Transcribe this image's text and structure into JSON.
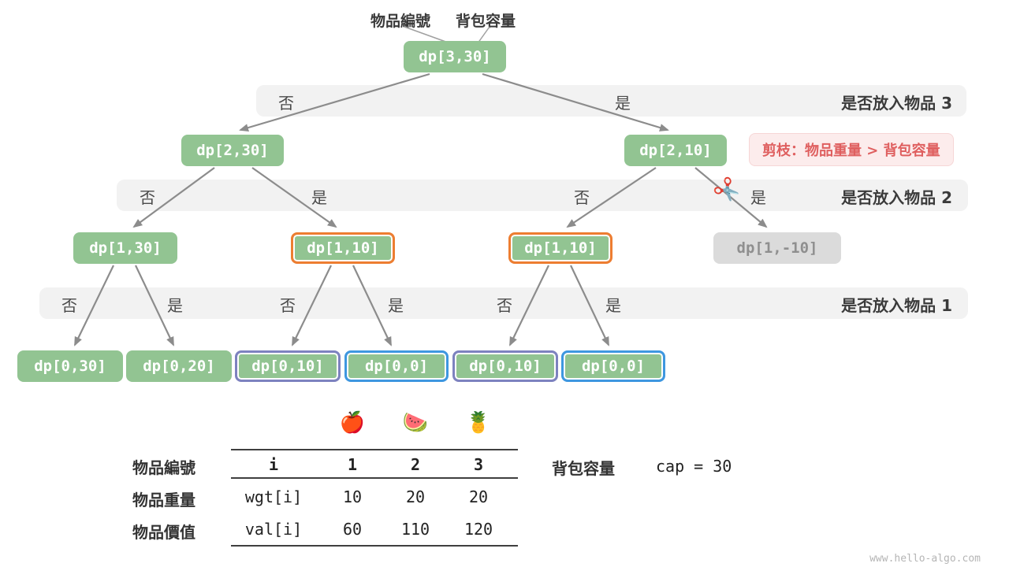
{
  "header": {
    "item_no_label": "物品編號",
    "capacity_label": "背包容量"
  },
  "tree": {
    "nodes": [
      {
        "label": "dp[3,30]"
      },
      {
        "label": "dp[2,30]"
      },
      {
        "label": "dp[2,10]"
      },
      {
        "label": "dp[1,30]"
      },
      {
        "label": "dp[1,10]"
      },
      {
        "label": "dp[1,10]"
      },
      {
        "label": "dp[1,-10]"
      },
      {
        "label": "dp[0,30]"
      },
      {
        "label": "dp[0,20]"
      },
      {
        "label": "dp[0,10]"
      },
      {
        "label": "dp[0,0]"
      },
      {
        "label": "dp[0,10]"
      },
      {
        "label": "dp[0,0]"
      }
    ]
  },
  "bands": [
    {
      "label": "是否放入物品 3",
      "choices": [
        "否",
        "是"
      ]
    },
    {
      "label": "是否放入物品 2",
      "choices": [
        "否",
        "是",
        "否",
        "是"
      ]
    },
    {
      "label": "是否放入物品 1",
      "choices": [
        "否",
        "是",
        "否",
        "是",
        "否",
        "是"
      ]
    }
  ],
  "prune_note": {
    "text": "剪枝：物品重量 > 背包容量"
  },
  "icons": {
    "scissors": "✂️",
    "fruits": [
      "🍎",
      "🍉",
      "🍍"
    ]
  },
  "table": {
    "rows": [
      {
        "label": "物品編號",
        "cells": [
          "i",
          "1",
          "2",
          "3"
        ]
      },
      {
        "label": "物品重量",
        "cells": [
          "wgt[i]",
          "10",
          "20",
          "20"
        ]
      },
      {
        "label": "物品價值",
        "cells": [
          "val[i]",
          "60",
          "110",
          "120"
        ]
      }
    ],
    "capacity_label": "背包容量",
    "capacity_value": "cap = 30"
  },
  "watermark": "www.hello-algo.com",
  "colors": {
    "node_green": "#92c492",
    "band_gray": "#f2f2f2",
    "highlight_orange": "#ed7d31",
    "highlight_purple": "#7d82bf",
    "highlight_blue": "#3e97e0",
    "pruned_gray": "#dbdbdb",
    "note_red": "#df5f5f"
  }
}
